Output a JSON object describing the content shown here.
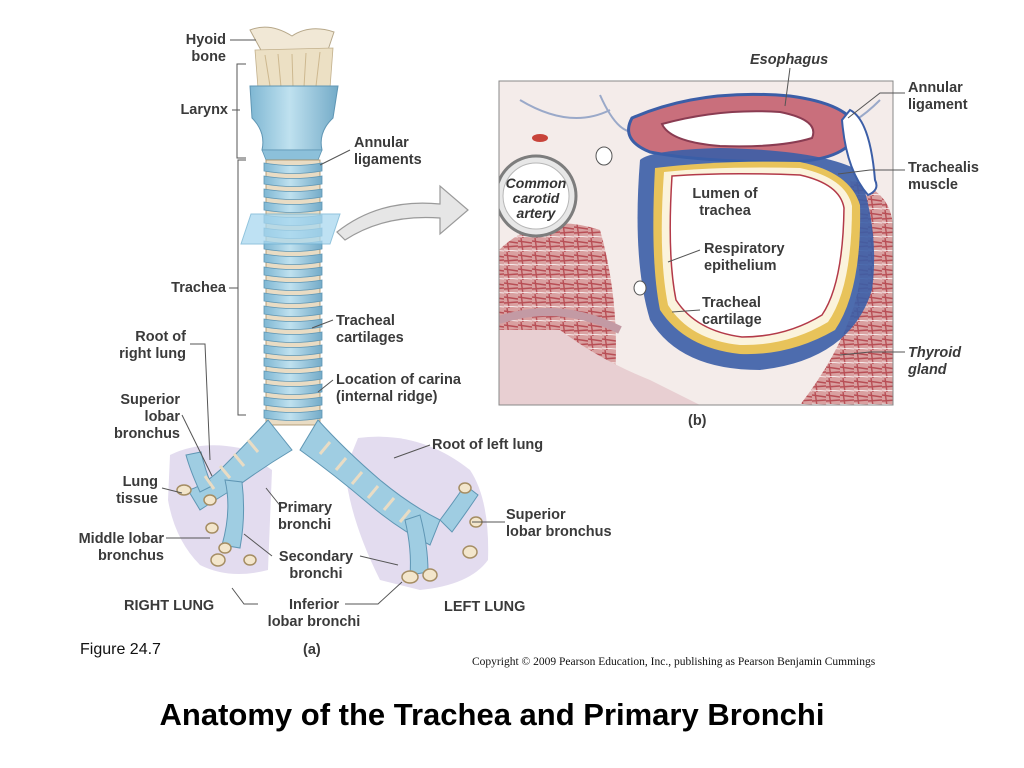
{
  "colors": {
    "cartilage": "#a9d3e6",
    "ligament": "#e9dcc4",
    "lung_tissue": "#e3dcef",
    "histo_bg": "#f4ecea",
    "muscle": "#c46565",
    "connective": "#3b5ea7",
    "hyaline": "#e8c35a"
  },
  "labels_a": {
    "hyoid": "Hyoid\nbone",
    "larynx": "Larynx",
    "annular": "Annular\nligaments",
    "trachea": "Trachea",
    "tracheal_cart": "Tracheal\ncartilages",
    "root_right": "Root of\nright lung",
    "carina": "Location of carina\n(internal ridge)",
    "sup_lobar": "Superior\nlobar\nbronchus",
    "root_left": "Root of left lung",
    "lung_tissue": "Lung\ntissue",
    "primary": "Primary\nbronchi",
    "sup_lobar_left": "Superior\nlobar bronchus",
    "middle_lobar": "Middle lobar\nbronchus",
    "secondary": "Secondary\nbronchi",
    "right_lung": "RIGHT LUNG",
    "inferior": "Inferior\nlobar bronchi",
    "left_lung": "LEFT LUNG",
    "part_a": "(a)"
  },
  "labels_b": {
    "esophagus": "Esophagus",
    "annular_lig": "Annular\nligament",
    "common_carotid": "Common\ncarotid\nartery",
    "trachealis": "Trachealis\nmuscle",
    "lumen": "Lumen of\ntrachea",
    "resp_epi": "Respiratory\nepithelium",
    "tracheal_cart": "Tracheal\ncartilage",
    "thyroid": "Thyroid\ngland",
    "part_b": "(b)"
  },
  "figure_number": "Figure 24.7",
  "copyright": "Copyright © 2009 Pearson Education, Inc., publishing as Pearson Benjamin Cummings",
  "title": "Anatomy of the Trachea and Primary Bronchi"
}
